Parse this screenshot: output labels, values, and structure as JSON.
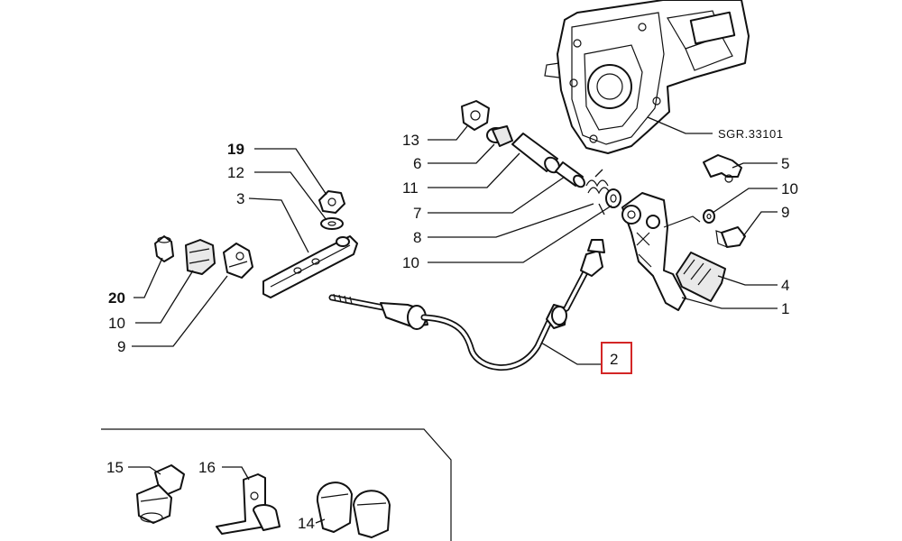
{
  "diagram": {
    "reference_code": "SGR.33101",
    "highlight_color": "#d32626",
    "labels": [
      {
        "id": "l19",
        "text": "19",
        "bold": true
      },
      {
        "id": "l12",
        "text": "12",
        "bold": false
      },
      {
        "id": "l3",
        "text": "3",
        "bold": false
      },
      {
        "id": "l20",
        "text": "20",
        "bold": true
      },
      {
        "id": "l10a",
        "text": "10",
        "bold": false
      },
      {
        "id": "l9a",
        "text": "9",
        "bold": false
      },
      {
        "id": "l13",
        "text": "13",
        "bold": false
      },
      {
        "id": "l6",
        "text": "6",
        "bold": false
      },
      {
        "id": "l11",
        "text": "11",
        "bold": false
      },
      {
        "id": "l7",
        "text": "7",
        "bold": false
      },
      {
        "id": "l8",
        "text": "8",
        "bold": false
      },
      {
        "id": "l10b",
        "text": "10",
        "bold": false
      },
      {
        "id": "l5",
        "text": "5",
        "bold": false
      },
      {
        "id": "l10c",
        "text": "10",
        "bold": false
      },
      {
        "id": "l9b",
        "text": "9",
        "bold": false
      },
      {
        "id": "l4",
        "text": "4",
        "bold": false
      },
      {
        "id": "l1",
        "text": "1",
        "bold": false
      },
      {
        "id": "l2",
        "text": "2",
        "bold": false,
        "highlighted": true
      },
      {
        "id": "l15",
        "text": "15",
        "bold": false
      },
      {
        "id": "l16",
        "text": "16",
        "bold": false
      },
      {
        "id": "l14",
        "text": "14",
        "bold": false
      }
    ]
  }
}
